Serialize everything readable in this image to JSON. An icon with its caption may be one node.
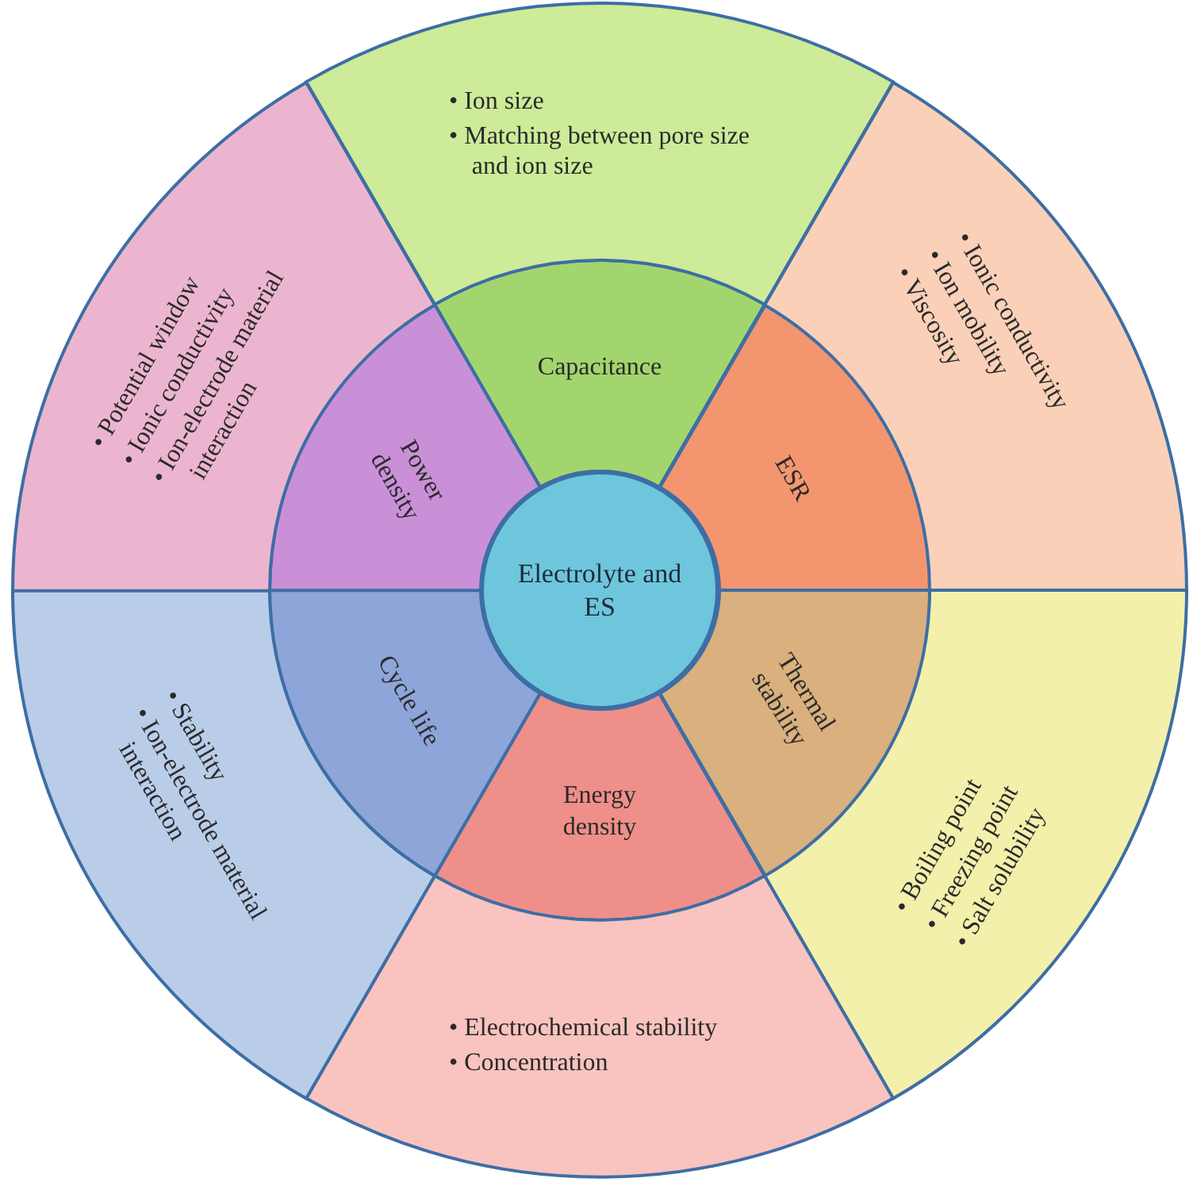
{
  "diagram": {
    "nodes": [
      {
        "text": [
          "Electrolyte and ES"
        ]
      },
      {
        "text": [
          "Capacitance"
        ]
      },
      {
        "text": [
          "ESR"
        ]
      },
      {
        "text": [
          "Thermal stability"
        ]
      },
      {
        "text": [
          "Energy density"
        ]
      },
      {
        "text": [
          "Cycle life"
        ]
      },
      {
        "text": [
          "Power density"
        ]
      },
      {
        "text": [
          "• Ion size",
          "• Matching between pore size and ion size"
        ]
      },
      {
        "text": [
          "• Ionic conductivity",
          "• Ion mobility",
          "• Viscosity"
        ]
      },
      {
        "text": [
          "• Boiling point",
          "• Freezing point",
          "• Salt solubility"
        ]
      },
      {
        "text": [
          "• Electrochemical stability",
          "• Concentration"
        ]
      },
      {
        "text": [
          "• Stability",
          "• Ion-electrode material interaction"
        ]
      },
      {
        "text": [
          "• Potential window",
          "• Ionic conductivity",
          "• Ion-electrode material interaction"
        ]
      }
    ]
  }
}
